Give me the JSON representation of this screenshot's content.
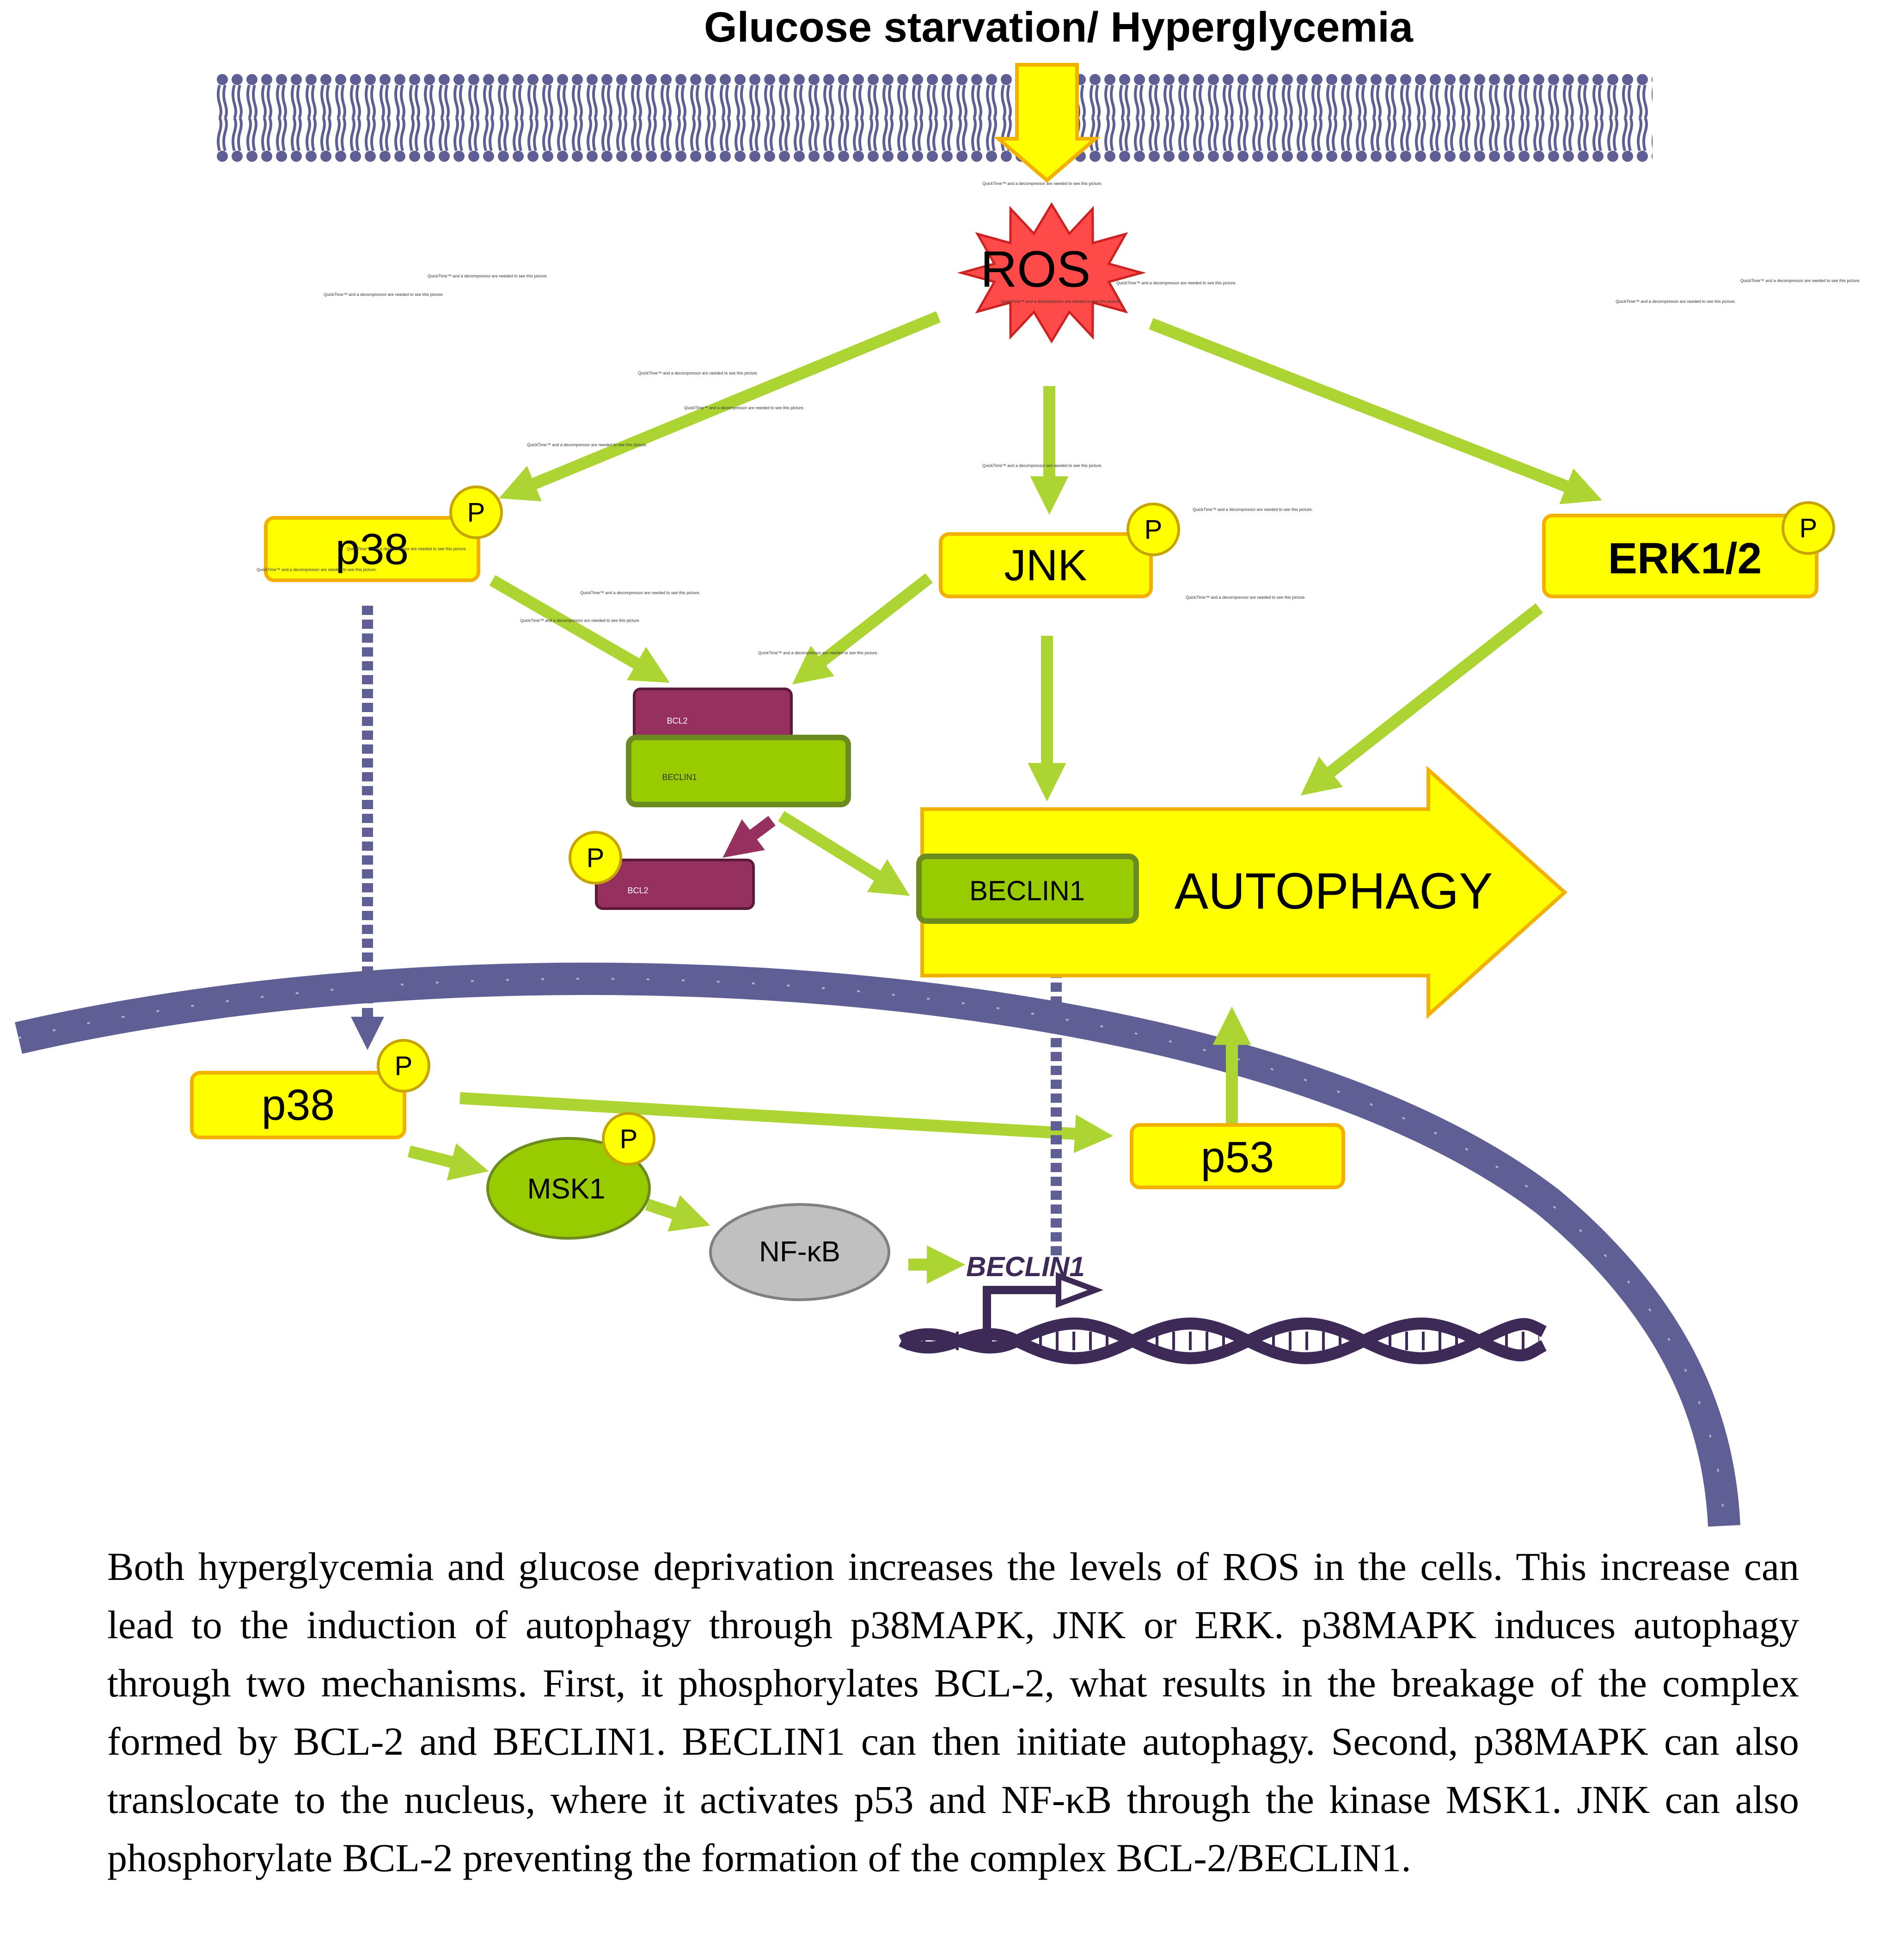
{
  "title": "Glucose starvation/ Hyperglycemia",
  "nodes": {
    "ros": "ROS",
    "p38_cyto": "p38",
    "jnk": "JNK",
    "erk": "ERK1/2",
    "bcl2_top": "BCL2",
    "beclin1_complex": "BECLIN1",
    "bcl2_phospho": "BCL2",
    "beclin1": "BECLIN1",
    "autophagy": "AUTOPHAGY",
    "p38_nuc": "p38",
    "msk1": "MSK1",
    "nfkb": "NF-κB",
    "p53": "p53",
    "beclin1_gene": "BECLIN1"
  },
  "phospho_label": "P",
  "placeholder_text": "QuickTime™ and a decompressor are needed to see this picture.",
  "caption": "Both hyperglycemia and glucose deprivation increases the levels of ROS in the cells. This increase can lead to the induction of autophagy through p38MAPK, JNK or ERK. p38MAPK induces autophagy through two mechanisms. First, it phosphorylates BCL-2, what results in the breakage of the complex formed by BCL-2 and BECLIN1. BECLIN1 can then initiate autophagy. Second, p38MAPK can also translocate to the nucleus, where it activates p53 and NF-κB through the kinase MSK1. JNK can also phosphorylate BCL-2 preventing the formation of the complex BCL-2/BECLIN1.",
  "colors": {
    "membrane": "#5f5f95",
    "arrow_green": "#acd433",
    "box_yellow": "#ffff00",
    "box_border": "#f2b000",
    "ros_red": "#ff4a4a",
    "bcl2": "#96305e",
    "beclin": "#99cc00",
    "dna": "#3e2a57",
    "nfkb": "#c0c0c0"
  }
}
